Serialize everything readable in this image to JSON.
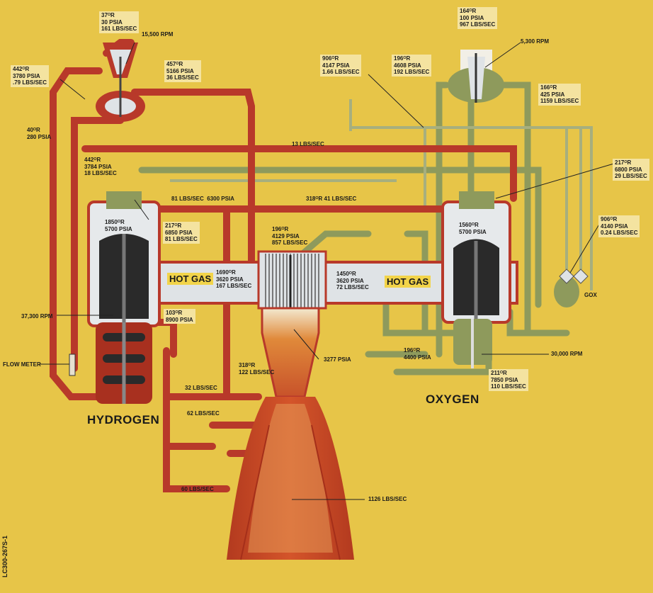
{
  "colors": {
    "background": "#e7c548",
    "hydrogen_line": "#b8392a",
    "oxygen_line": "#8e9a5c",
    "hot_gas": "#dfe3e6",
    "turbine": "#2a2a2a"
  },
  "titles": {
    "hydrogen": "HYDROGEN",
    "oxygen": "OXYGEN",
    "hot_gas_left": "HOT GAS",
    "hot_gas_right": "HOT GAS"
  },
  "code": "LC300-267S-1",
  "labels": {
    "lpfp": "37ᴼR\n30 PSIA\n161 LBS/SEC",
    "lpfp_rpm": "15,500 RPM",
    "fuel_inlet": "442ᴼR\n3780 PSIA\n.79 LBS/SEC",
    "lpfp_out": "457ᴼR\n5166 PSIA\n36 LBS/SEC",
    "fuel_in_low": "40ᴼR\n280 PSIA",
    "fuel_13": "13 LBS/SEC",
    "fuel_preb": "442ᴼR\n3784 PSIA\n18 LBS/SEC",
    "fuel_81": "81 LBS/SEC  6300 PSIA",
    "fuel_318_41": "318ᴼR 41 LBS/SEC",
    "lpop": "164ᴼR\n100 PSIA\n967 LBS/SEC",
    "lpop_rpm": "5,300 RPM",
    "ox_906": "906ᴼR\n4147 PSIA\n1.66 LBS/SEC",
    "ox_196": "196ᴼR\n4608 PSIA\n192 LBS/SEC",
    "ox_166": "166ᴼR\n425 PSIA\n1159 LBS/SEC",
    "ox_217": "217ᴼR\n6800 PSIA\n29 LBS/SEC",
    "ox_906b": "906ᴼR\n4140 PSIA\n0.24 LBS/SEC",
    "gox": "GOX",
    "fpb": "1850ᴼR\n5700 PSIA",
    "fpb_217": "217ᴼR\n6850 PSIA\n81 LBS/SEC",
    "hg_left": "1690ᴼR\n3620 PSIA\n167 LBS/SEC",
    "injector": "196ᴼR\n4129 PSIA\n857 LBS/SEC",
    "hg_right": "1450ᴼR\n3620 PSIA\n72 LBS/SEC",
    "opb": "1560ᴼR\n5700 PSIA",
    "hpfp_rpm": "37,300 RPM",
    "fuel_103": "103ᴼR\n8900 PSIA",
    "fuel_318_122": "318ᴼR\n122 LBS/SEC",
    "chamber": "3277 PSIA",
    "hpop_196": "196ᴼR\n4400 PSIA",
    "hpop_rpm": "30,000 RPM",
    "hpop_211": "211ᴼR\n7850 PSIA\n110 LBS/SEC",
    "flow_meter": "FLOW METER",
    "fuel_32": "32 LBS/SEC",
    "fuel_62": "62 LBS/SEC",
    "fuel_60": "60 LBS/SEC",
    "nozzle": "1126 LBS/SEC"
  }
}
